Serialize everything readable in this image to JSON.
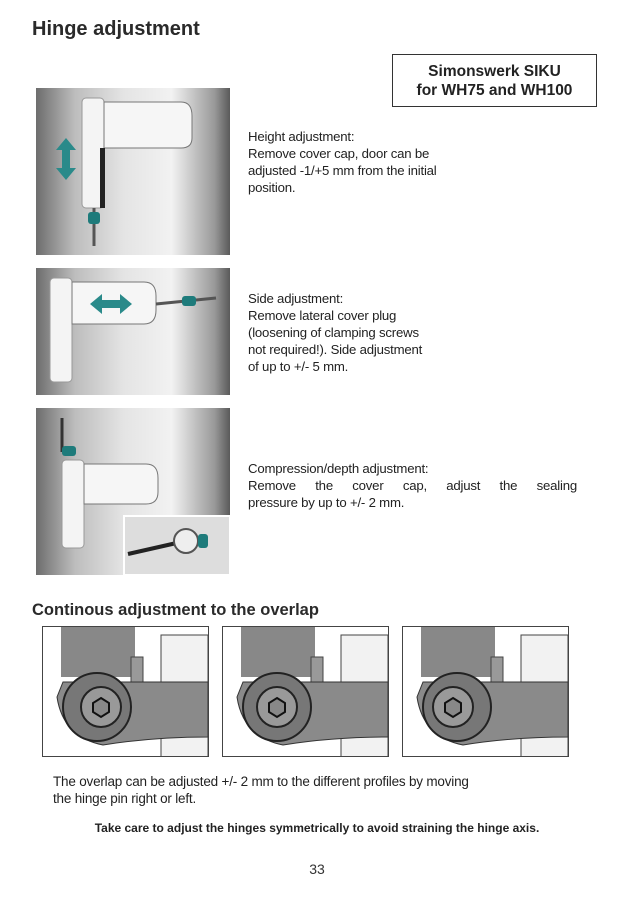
{
  "title": "Hinge adjustment",
  "model_box": {
    "line1": "Simonswerk SIKU",
    "line2": "for WH75 and WH100"
  },
  "sections": [
    {
      "heading": "Height adjustment:",
      "lines": [
        "Remove cover cap, door can be",
        "adjusted -1/+5 mm from the initial",
        "position."
      ]
    },
    {
      "heading": "Side adjustment:",
      "lines": [
        "Remove lateral cover plug",
        "(loosening of clamping screws",
        "not required!). Side adjustment",
        "of up to +/- 5 mm."
      ]
    },
    {
      "heading": "Compression/depth adjustment:",
      "lines": [
        "Remove the cover cap, adjust the sealing",
        "pressure by up to +/- 2 mm."
      ]
    }
  ],
  "overlap": {
    "heading": "Continous adjustment to the overlap",
    "paragraph_lines": [
      "The overlap can be adjusted +/- 2 mm to the different profiles by moving",
      "the hinge pin right or left."
    ],
    "note": "Take care to adjust the hinges symmetrically to avoid straining the hinge axis."
  },
  "page_number": "33",
  "colors": {
    "accent": "#2a8a8a"
  }
}
